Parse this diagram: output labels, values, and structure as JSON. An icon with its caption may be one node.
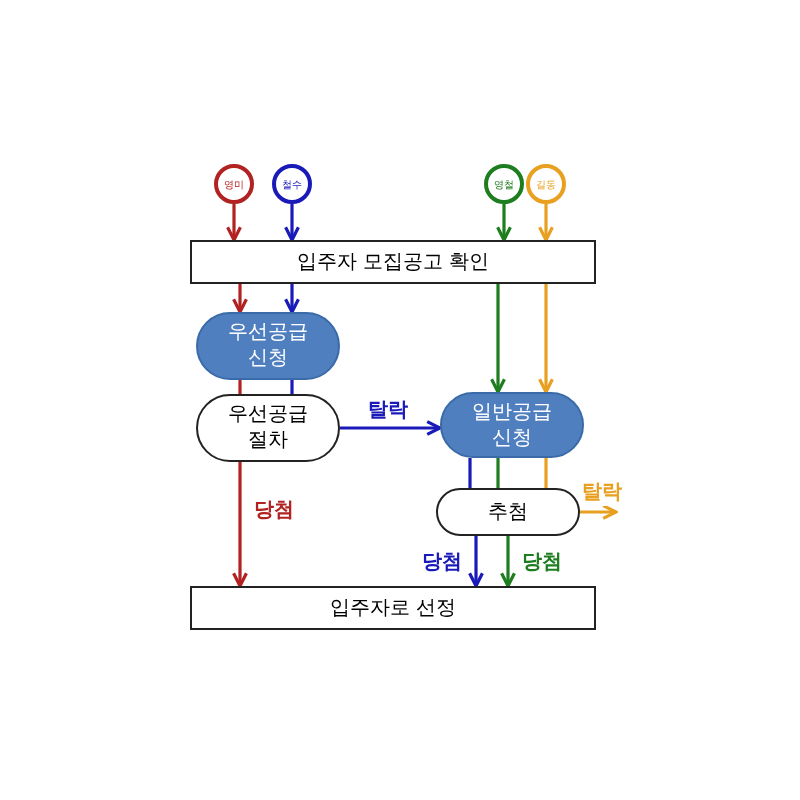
{
  "diagram": {
    "nodes": [
      {
        "text": [
          "영미"
        ]
      },
      {
        "text": [
          "철수"
        ]
      },
      {
        "text": [
          "영철"
        ]
      },
      {
        "text": [
          "길동"
        ]
      },
      {
        "text": [
          "입주자 모집공고 확인"
        ]
      },
      {
        "text": [
          "우선공급 신청"
        ]
      },
      {
        "text": [
          "우선공급 절차"
        ]
      },
      {
        "text": [
          "일반공급 신청"
        ]
      },
      {
        "text": [
          "추첨"
        ]
      },
      {
        "text": [
          "입주자로 선정"
        ]
      }
    ],
    "edges": [
      {
        "from": 0,
        "to": 4,
        "arrow": "to",
        "color": "#b22222"
      },
      {
        "from": 1,
        "to": 4,
        "arrow": "to",
        "color": "#1a1ab8"
      },
      {
        "from": 2,
        "to": 4,
        "arrow": "to",
        "color": "#1e7d1e"
      },
      {
        "from": 3,
        "to": 4,
        "arrow": "to",
        "color": "#e8a020"
      },
      {
        "from": 4,
        "to": 5,
        "arrow": "to",
        "color": "#b22222"
      },
      {
        "from": 4,
        "to": 5,
        "arrow": "to",
        "color": "#1a1ab8"
      },
      {
        "from": 4,
        "to": 7,
        "arrow": "to",
        "color": "#1e7d1e"
      },
      {
        "from": 4,
        "to": 7,
        "arrow": "to",
        "color": "#e8a020"
      },
      {
        "from": 5,
        "to": 6,
        "arrow": "none",
        "color": "#b22222"
      },
      {
        "from": 5,
        "to": 6,
        "arrow": "none",
        "color": "#1a1ab8"
      },
      {
        "from": 6,
        "to": 7,
        "arrow": "to",
        "label": "탈락",
        "color": "#1a1ab8"
      },
      {
        "from": 6,
        "to": 9,
        "arrow": "to",
        "label": "당첨",
        "color": "#b22222"
      },
      {
        "from": 7,
        "to": 8,
        "arrow": "none",
        "color": "#1a1ab8"
      },
      {
        "from": 7,
        "to": 8,
        "arrow": "none",
        "color": "#1e7d1e"
      },
      {
        "from": 7,
        "to": 8,
        "arrow": "none",
        "color": "#e8a020"
      },
      {
        "from": 8,
        "to": null,
        "arrow": "to",
        "label": "탈락",
        "color": "#e8a020"
      },
      {
        "from": 8,
        "to": 9,
        "arrow": "to",
        "label": "당첨",
        "color": "#1a1ab8"
      },
      {
        "from": 8,
        "to": 9,
        "arrow": "to",
        "label": "당첨",
        "color": "#1e7d1e"
      }
    ]
  }
}
